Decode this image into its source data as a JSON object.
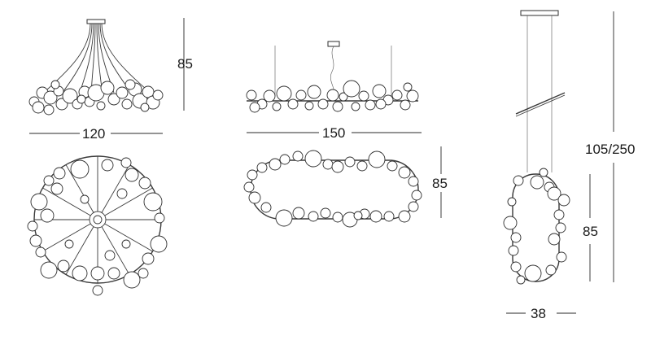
{
  "dimensions": {
    "chandelier_width": "120",
    "chandelier_height": "85",
    "linear_width": "150",
    "oval_depth": "85",
    "vertical_drop": "105/250",
    "vertical_height": "85",
    "vertical_width": "38"
  },
  "colors": {
    "line": "#2e2e2e",
    "background": "#ffffff"
  }
}
